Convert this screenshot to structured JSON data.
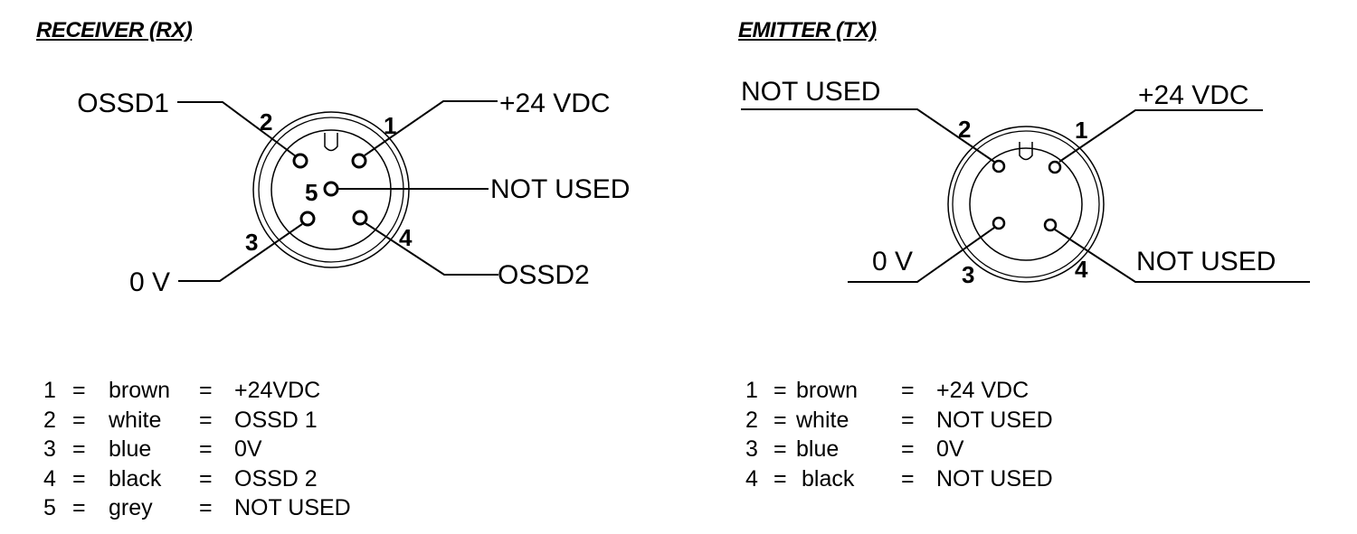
{
  "receiver": {
    "title": "RECEIVER (RX)",
    "labels": {
      "pin1": "+24 VDC",
      "pin2": "OSSD1",
      "pin3": "0 V",
      "pin4": "OSSD2",
      "pin5": "NOT USED"
    },
    "pin_numbers": [
      "1",
      "2",
      "3",
      "4",
      "5"
    ],
    "table": [
      {
        "num": "1",
        "eq1": "=",
        "color": "brown",
        "eq2": "=",
        "signal": "+24VDC"
      },
      {
        "num": "2",
        "eq1": "=",
        "color": "white",
        "eq2": "=",
        "signal": "OSSD 1"
      },
      {
        "num": "3",
        "eq1": "=",
        "color": "blue",
        "eq2": "=",
        "signal": "0V"
      },
      {
        "num": "4",
        "eq1": "=",
        "color": "black",
        "eq2": "=",
        "signal": "OSSD 2"
      },
      {
        "num": "5",
        "eq1": "=",
        "color": "grey",
        "eq2": "=",
        "signal": "NOT USED"
      }
    ]
  },
  "emitter": {
    "title": "EMITTER (TX)",
    "labels": {
      "pin1": "+24 VDC",
      "pin2": "NOT USED",
      "pin3": "0 V",
      "pin4": "NOT USED"
    },
    "pin_numbers": [
      "1",
      "2",
      "3",
      "4"
    ],
    "table": [
      {
        "num": "1",
        "eq1": "=",
        "color": "brown",
        "eq2": "=",
        "signal": "+24 VDC"
      },
      {
        "num": "2",
        "eq1": "=",
        "color": "white",
        "eq2": "=",
        "signal": "NOT USED"
      },
      {
        "num": "3",
        "eq1": "=",
        "color": "blue",
        "eq2": "=",
        "signal": "0V"
      },
      {
        "num": "4",
        "eq1": "=",
        "color": "black",
        "eq2": "=",
        "signal": "NOT USED"
      }
    ]
  }
}
